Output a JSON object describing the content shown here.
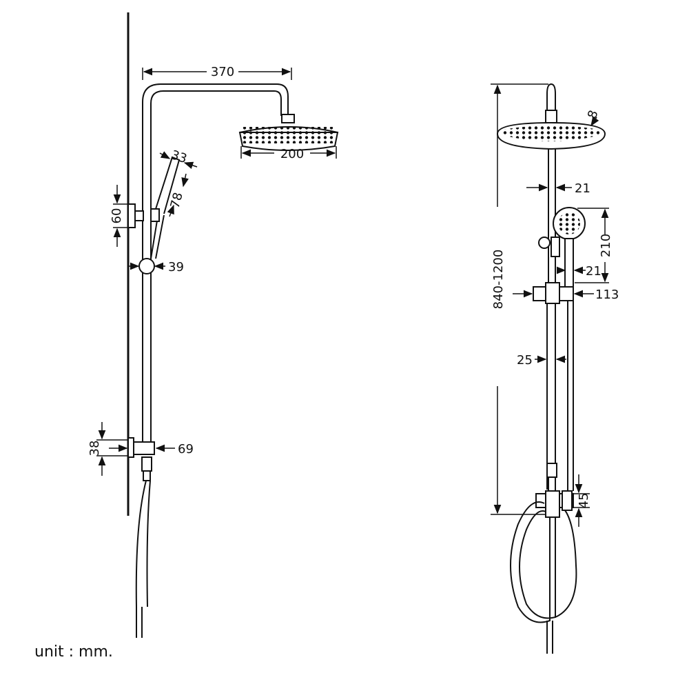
{
  "unit_label": "unit : mm.",
  "side_view": {
    "dim_top_width": "370",
    "dim_head_diameter": "200",
    "dim_handle_width": "33",
    "dim_handle_length": "78",
    "dim_wall_bracket_height": "60",
    "dim_diverter_ball": "39",
    "dim_lower_bracket_height": "38",
    "dim_lower_bracket_depth": "69"
  },
  "front_view": {
    "dim_head_thickness": "8",
    "dim_upper_pipe": "21",
    "dim_handshower_length": "210",
    "dim_handshower_pipe": "21",
    "dim_slider": "113",
    "dim_riser_pipe": "25",
    "dim_height_range": "840-1200",
    "dim_mixer_height": "45"
  }
}
